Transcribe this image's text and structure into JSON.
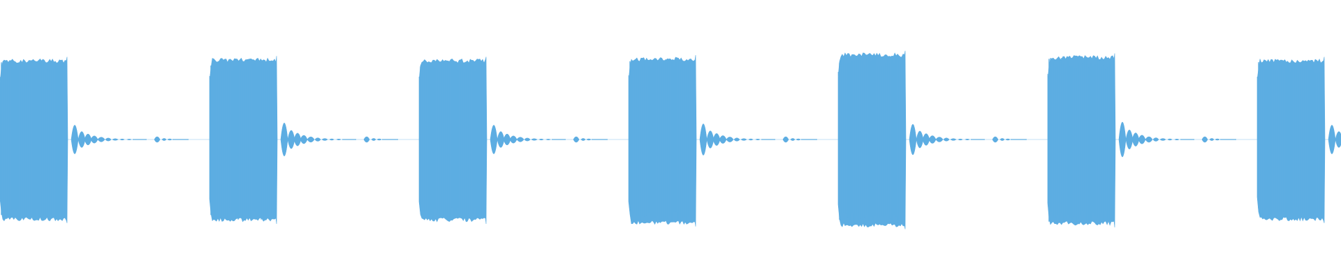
{
  "waveform": {
    "color": "#5dade2",
    "background": "#ffffff",
    "bursts": [
      {
        "index": 1,
        "upper_level": 0.9,
        "lower_level": 0.91,
        "tail_peak": 0.33
      },
      {
        "index": 2,
        "upper_level": 0.91,
        "lower_level": 0.92,
        "tail_peak": 0.38
      },
      {
        "index": 3,
        "upper_level": 0.9,
        "lower_level": 0.92,
        "tail_peak": 0.33
      },
      {
        "index": 4,
        "upper_level": 0.92,
        "lower_level": 0.95,
        "tail_peak": 0.36
      },
      {
        "index": 5,
        "upper_level": 0.97,
        "lower_level": 0.98,
        "tail_peak": 0.35
      },
      {
        "index": 6,
        "upper_level": 0.94,
        "lower_level": 0.96,
        "tail_peak": 0.4
      },
      {
        "index": 7,
        "upper_level": 0.9,
        "lower_level": 0.91,
        "tail_peak": 0.33
      }
    ]
  }
}
